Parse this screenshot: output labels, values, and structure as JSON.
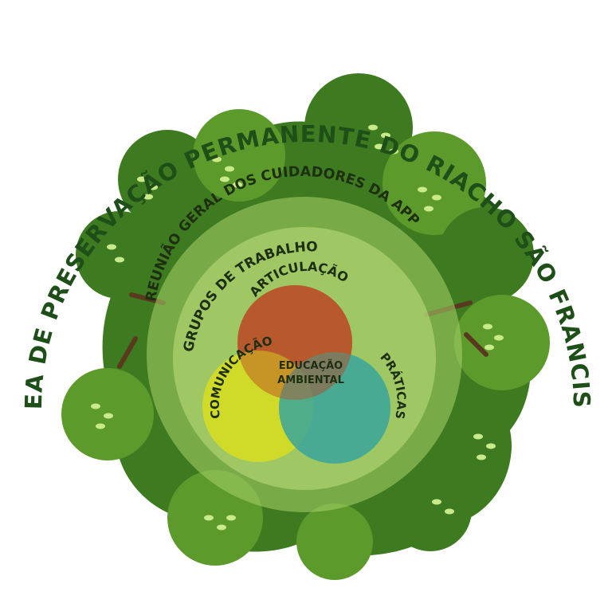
{
  "title_arc": "ÁREA DE PRESERVAÇÃO PERMANENTE DO RIACHO SÃO FRANCISCO",
  "rings": {
    "outer_label": "REUNIÃO GERAL DOS CUIDADORES DA APP",
    "inner_label": "GRUPOS DE TRABALHO"
  },
  "venn": {
    "top": "ARTICULAÇÃO",
    "left": "COMUNICAÇÃO",
    "right": "PRÁTICAS",
    "center_line1": "EDUCAÇÃO",
    "center_line2": "AMBIENTAL"
  },
  "colors": {
    "title": "#1f4f18",
    "tree_dark": "#3e7a1f",
    "tree_mid": "#5d9a2c",
    "tree_light": "#8cc043",
    "leaf_highlight": "#c9ea8a",
    "ring_outer": "#a8d46a",
    "ring_inner": "#bfe07e",
    "circle_top": "#b8542a",
    "circle_left": "#d8de1f",
    "circle_right": "#3aa59b",
    "text_dark": "#1d2f10"
  }
}
